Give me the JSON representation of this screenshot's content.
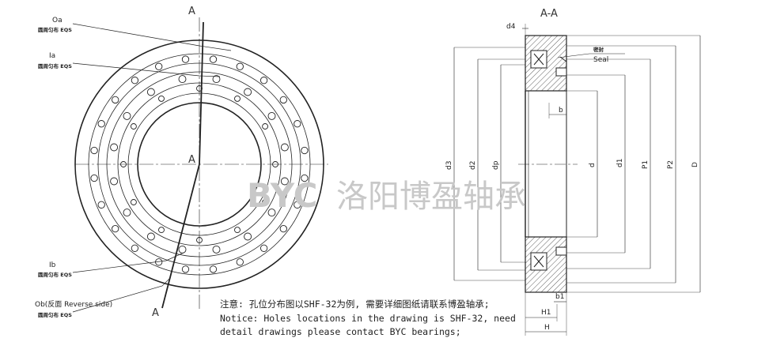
{
  "front_view": {
    "section_top": "A",
    "section_center": "A",
    "section_bottom": "A",
    "labels": {
      "oa": "Oa",
      "oa_sub": "圆周匀布 EQS",
      "ia": "Ia",
      "ia_sub": "圆周匀布 EQS",
      "ib": "Ib",
      "ib_sub": "圆周匀布 EQS",
      "ob": "Ob(反面 Reverse side)",
      "ob_sub": "圆周匀布 EQS"
    }
  },
  "section_view": {
    "title": "A-A",
    "seal_cn": "密封",
    "seal": "Seal",
    "dims": {
      "d4": "d4",
      "d3": "d3",
      "d2": "d2",
      "dp": "dp",
      "b": "b",
      "d": "d",
      "d1": "d1",
      "p1": "P1",
      "p2": "P2",
      "D": "D",
      "b1": "b1",
      "h1": "H1",
      "h": "H"
    }
  },
  "watermark": {
    "brand": "BYC",
    "company_cn": "洛阳博盈轴承"
  },
  "notes": {
    "line1": "注意: 孔位分布图以SHF-32为例, 需要详细图纸请联系博盈轴承;",
    "line2": "Notice: Holes locations in the drawing is SHF-32, need",
    "line3": "detail drawings please contact BYC bearings;"
  }
}
